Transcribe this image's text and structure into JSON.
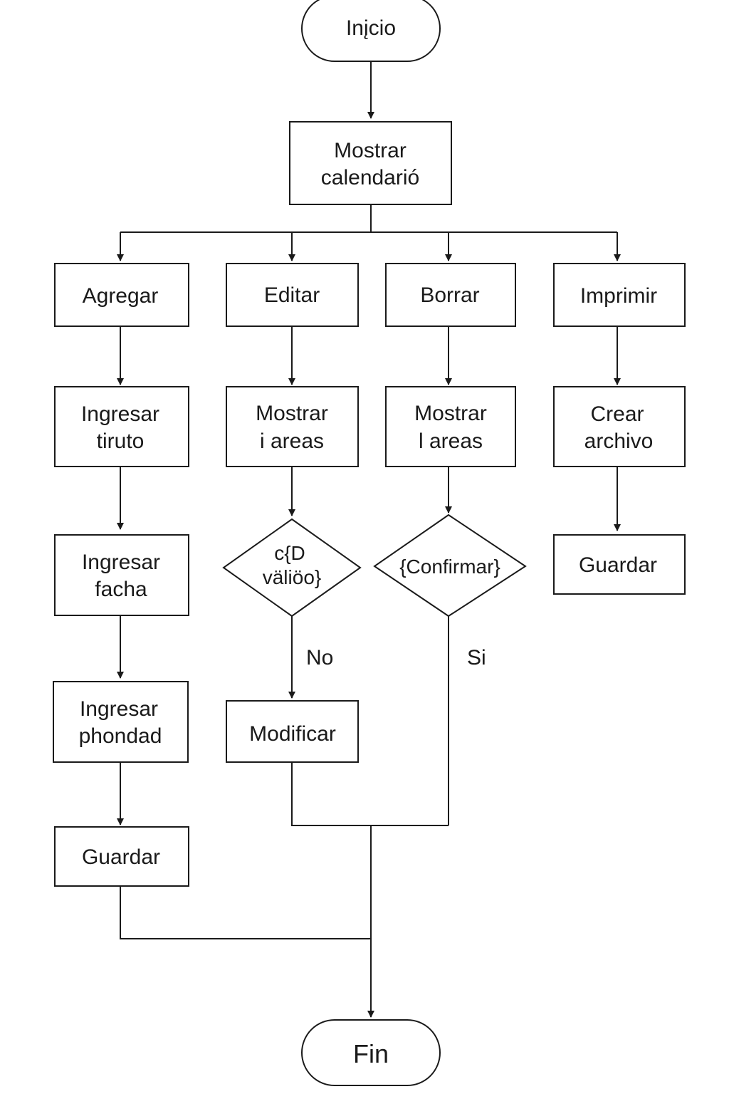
{
  "nodes": {
    "start": "Inįcio",
    "show_calendar": [
      "Mostrar",
      "calendarió"
    ],
    "add": "Agregar",
    "edit": "Editar",
    "delete": "Borrar",
    "print": "Imprimir",
    "enter_title": [
      "Ingresar",
      "tiruto"
    ],
    "enter_date": [
      "Ingresar",
      "facha"
    ],
    "enter_priority": [
      "Ingresar",
      "phondad"
    ],
    "save_add": "Guardar",
    "edit_show_tasks": [
      "Mostrar",
      "i areas"
    ],
    "edit_valid_decision": [
      "c{D",
      "väliöo}"
    ],
    "modify": "Modificar",
    "delete_show_tasks": [
      "Mostrar",
      "l areas"
    ],
    "confirm_decision": "{Confirmar}",
    "create_file": [
      "Crear",
      "archivo"
    ],
    "save_print": "Guardar",
    "end": "Fin"
  },
  "edge_labels": {
    "no": "No",
    "yes": "Si"
  }
}
